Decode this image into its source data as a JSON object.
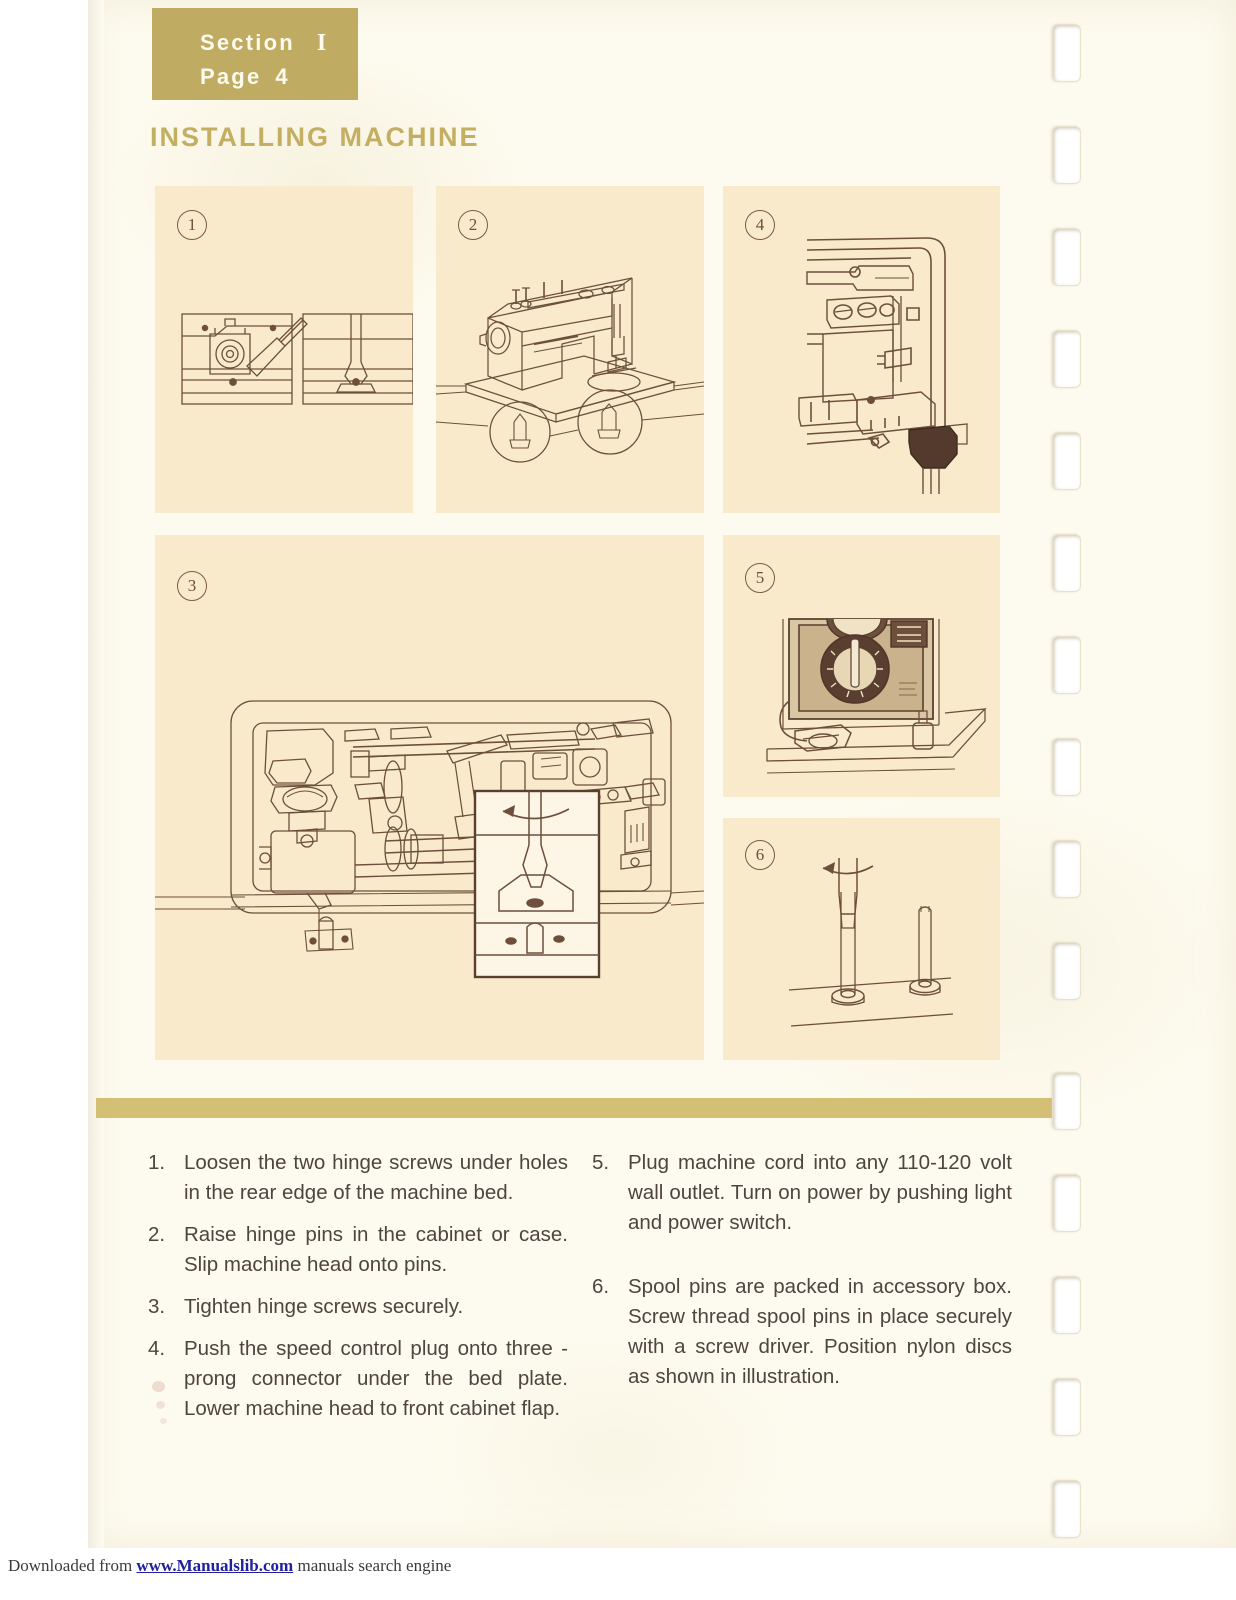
{
  "document": {
    "background_color": "#fdfbef",
    "ink_color": "#4e4440",
    "accent_color": "#bfab61",
    "heading_color": "#c3ae62",
    "panel_color": "#f8eacb"
  },
  "header": {
    "section_label": "Section",
    "section_number": "I",
    "page_label": "Page",
    "page_number": "4",
    "title": "INSTALLING MACHINE"
  },
  "illustrations": [
    {
      "number": "1",
      "caption_ref": "Loosen the two hinge screws under holes in rear edge of machine bed",
      "content": "two detail views: screwdriver loosening hinge screw, and raised hinge pin"
    },
    {
      "number": "2",
      "caption_ref": "Raise hinge pins in the cabinet or case; slip machine head onto pins",
      "content": "sewing machine head resting on bed plate with two circular magnified callouts of hinge pins"
    },
    {
      "number": "4",
      "caption_ref": "Push the speed control plug onto three-prong connector under the bed plate",
      "content": "underside view of three-prong connector with dark speed control plug attached"
    },
    {
      "number": "3",
      "caption_ref": "Tighten hinge screws securely",
      "content": "bottom view of machine bed mechanism with magnified inset of hinge pin seated in hinge"
    },
    {
      "number": "5",
      "caption_ref": "Plug machine cord into any 110-120 volt wall outlet",
      "content": "machine rear panel with stitch dial, power cord plugged into outlet"
    },
    {
      "number": "6",
      "caption_ref": "Screw thread spool pins in place securely with a screw driver",
      "content": "two spool pins upright on machine top, screwdriver turning the left pin"
    }
  ],
  "instructions": {
    "left_column": [
      {
        "number": "1.",
        "text": "Loosen the two hinge screws under holes in the rear edge of the machine bed."
      },
      {
        "number": "2.",
        "text": "Raise hinge pins in the cabinet or case. Slip machine head onto pins."
      },
      {
        "number": "3.",
        "text": "Tighten hinge screws securely."
      },
      {
        "number": "4.",
        "text": "Push the speed control plug onto three - prong connector under the bed plate. Lower machine head to front cabinet flap."
      }
    ],
    "right_column": [
      {
        "number": "5.",
        "text": "Plug machine cord into any 110-120 volt wall outlet.  Turn on power by pushing light and power switch."
      },
      {
        "number": "6.",
        "text": "Spool pins are packed in accessory box.  Screw thread spool pins in place securely with a screw driver. Position nylon discs as shown in illustration."
      }
    ]
  },
  "footer": {
    "prefix": "Downloaded from ",
    "link": "www.Manualslib.com",
    "suffix": " manuals search engine"
  }
}
